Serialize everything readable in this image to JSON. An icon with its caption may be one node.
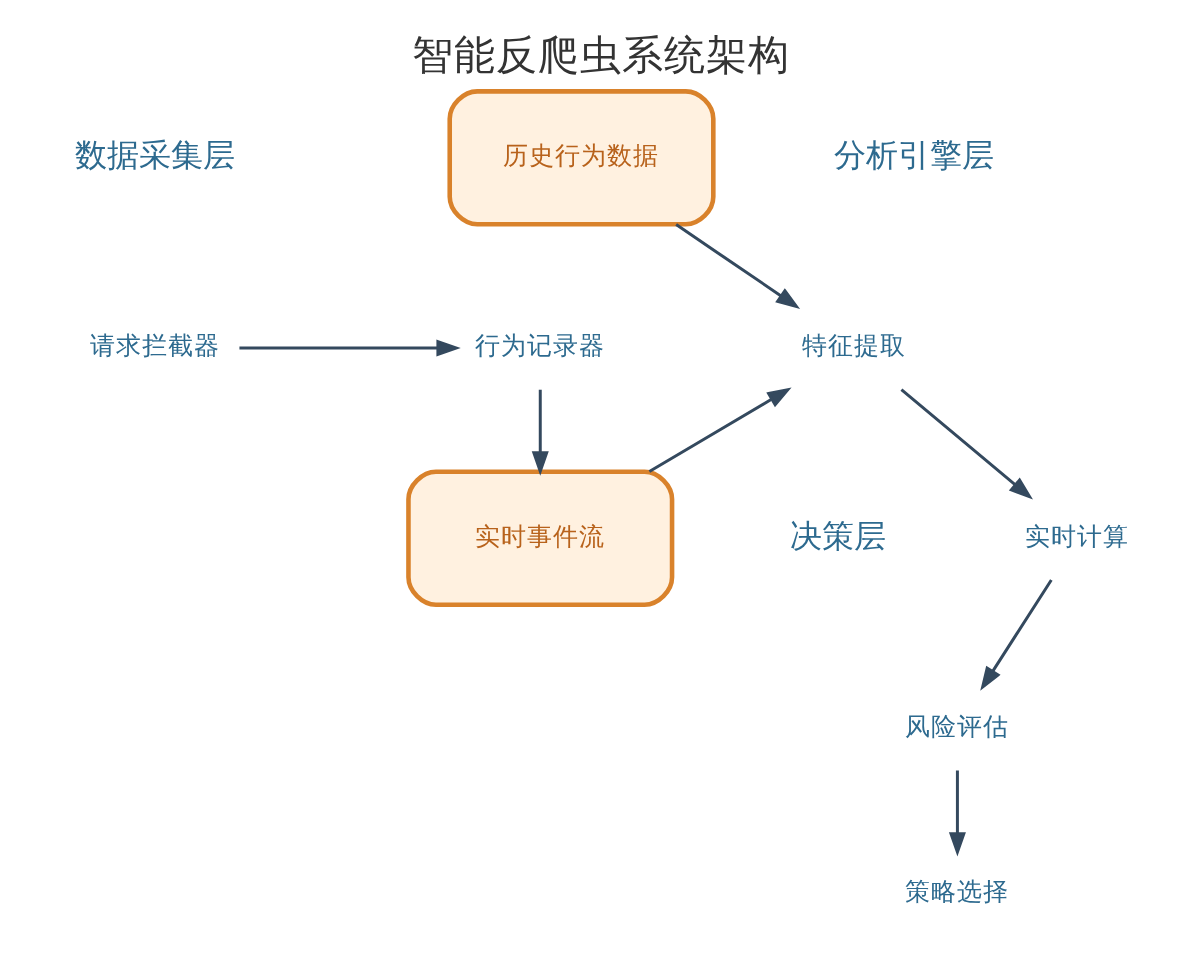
{
  "diagram": {
    "title": "智能反爬虫系统架构",
    "nodes": [
      {
        "text": [
          "请求拦截器"
        ]
      },
      {
        "text": [
          "行为记录器"
        ]
      },
      {
        "text": [
          "历史行为数据"
        ]
      },
      {
        "text": [
          "实时事件流"
        ]
      },
      {
        "text": [
          "特征提取"
        ]
      },
      {
        "text": [
          "实时计算"
        ]
      },
      {
        "text": [
          "风险评估"
        ]
      },
      {
        "text": [
          "策略选择"
        ]
      }
    ],
    "edges": [
      {
        "from": 0,
        "to": 1,
        "arrow": "to"
      },
      {
        "from": 1,
        "to": 3,
        "arrow": "to"
      },
      {
        "from": 2,
        "to": 4,
        "arrow": "to"
      },
      {
        "from": 3,
        "to": 4,
        "arrow": "to"
      },
      {
        "from": 4,
        "to": 5,
        "arrow": "to"
      },
      {
        "from": 5,
        "to": 6,
        "arrow": "to"
      },
      {
        "from": 6,
        "to": 7,
        "arrow": "to"
      }
    ],
    "labels": [
      "数据采集层",
      "分析引擎层",
      "决策层"
    ]
  }
}
